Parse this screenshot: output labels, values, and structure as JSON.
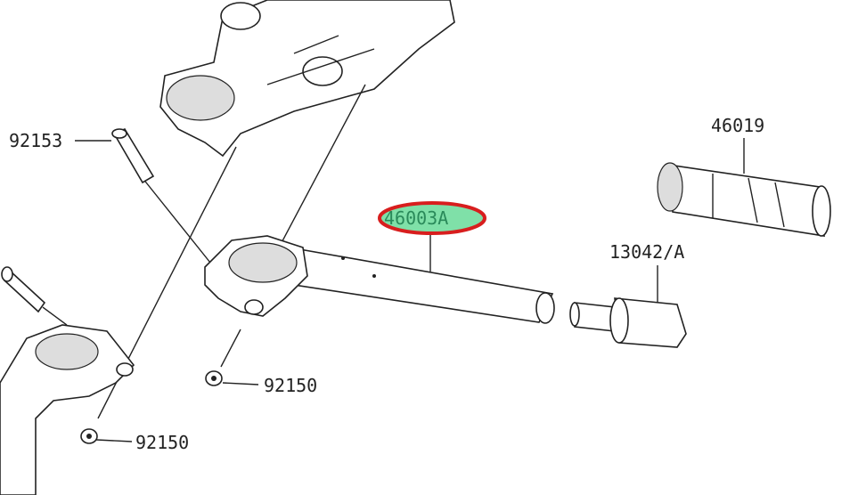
{
  "diagram": {
    "parts": [
      {
        "id": "bolt-top",
        "label": "92153"
      },
      {
        "id": "grip",
        "label": "46019"
      },
      {
        "id": "handlebar",
        "label": "46003A",
        "highlighted": true
      },
      {
        "id": "bar-end-weight",
        "label": "13042/A"
      },
      {
        "id": "clamp-bolt-right",
        "label": "92150"
      },
      {
        "id": "clamp-bolt-left",
        "label": "92150"
      }
    ],
    "colors": {
      "highlight_fill": "#7fe0a8",
      "highlight_ring": "#d81e1e",
      "line": "#222222"
    }
  }
}
